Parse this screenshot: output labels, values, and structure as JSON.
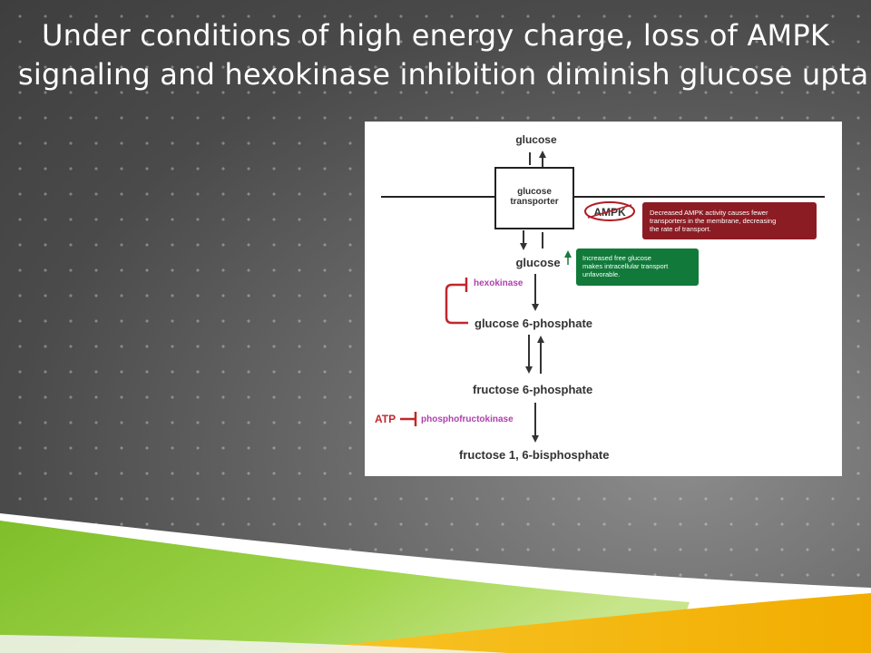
{
  "slide": {
    "title_line1": "Under conditions of high energy charge, loss of AMPK",
    "title_line2": "signaling and hexokinase inhibition diminish glucose uptake."
  },
  "diagram": {
    "glucose_out": "glucose",
    "transporter_line1": "glucose",
    "transporter_line2": "transporter",
    "ampk": "AMPK",
    "ampk_note_line1": "Decreased AMPK activity causes fewer",
    "ampk_note_line2": "transporters in the membrane, decreasing",
    "ampk_note_line3": "the rate of transport.",
    "glucose_in": "glucose",
    "glucose_note_line1": "Increased free glucose",
    "glucose_note_line2": "makes intracellular transport",
    "glucose_note_line3": "unfavorable.",
    "hexokinase": "hexokinase",
    "g6p": "glucose 6-phosphate",
    "f6p": "fructose 6-phosphate",
    "atp": "ATP",
    "pfk": "phosphofructokinase",
    "f16bp": "fructose 1, 6-bisphosphate"
  },
  "colors": {
    "inhibitor_red": "#c1272d",
    "enzyme_purple": "#b03fae",
    "ampk_box": "#8c1c24",
    "glucose_box": "#117a3a",
    "green_band": "#8cc63f",
    "yellow_band": "#f5b70a"
  }
}
